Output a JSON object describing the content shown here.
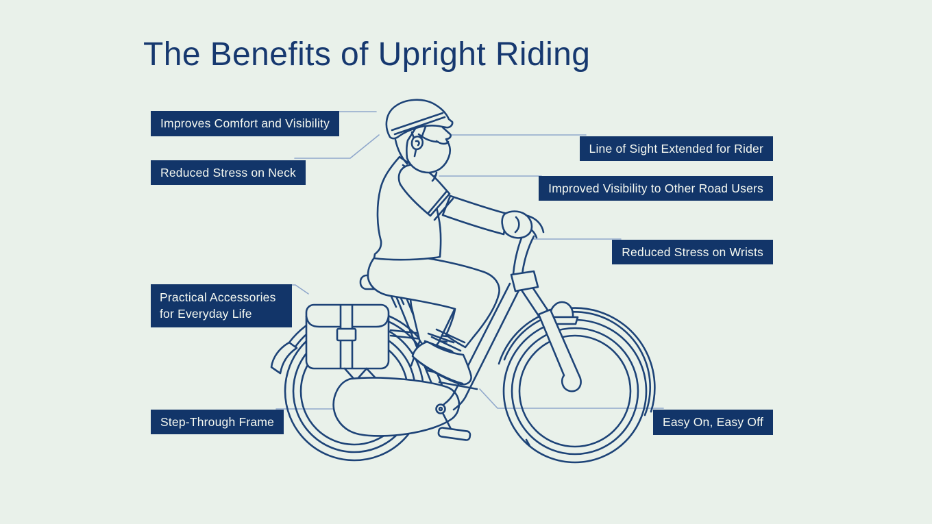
{
  "page": {
    "title": "The Benefits of Upright Riding"
  },
  "colors": {
    "background": "#e9f1ea",
    "label_background": "#123569",
    "label_text": "#f7faf2",
    "title_text": "#16386f",
    "line_art": "#1d4377",
    "leader_line": "#8fa7cb"
  },
  "labels": [
    {
      "id": "improves-comfort",
      "text": "Improves Comfort and Visibility",
      "side": "left"
    },
    {
      "id": "reduced-stress-neck",
      "text": "Reduced Stress on Neck",
      "side": "left"
    },
    {
      "id": "line-of-sight",
      "text": "Line of Sight Extended for Rider",
      "side": "right"
    },
    {
      "id": "improved-visibility",
      "text": "Improved Visibility to Other Road Users",
      "side": "right"
    },
    {
      "id": "reduced-stress-wrists",
      "text": "Reduced Stress on Wrists",
      "side": "right"
    },
    {
      "id": "practical-accessories",
      "text": "Practical Accessories for Everyday Life",
      "side": "left"
    },
    {
      "id": "step-through-frame",
      "text": "Step-Through Frame",
      "side": "left"
    },
    {
      "id": "easy-on-easy-off",
      "text": "Easy On, Easy Off",
      "side": "right"
    }
  ],
  "illustration": {
    "name": "upright-bicycle-rider-line-art",
    "description": "Side-view navy line illustration of a bearded rider wearing a helmet, sitting upright on a step-through city bicycle with rear pannier bag, chain guard, fenders and headlight"
  }
}
